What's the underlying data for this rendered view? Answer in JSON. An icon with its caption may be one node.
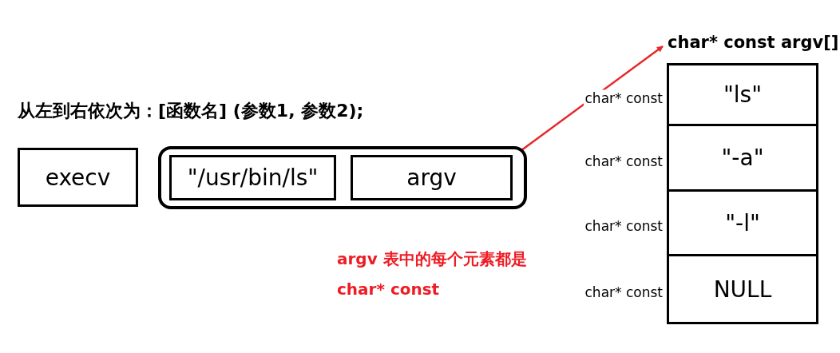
{
  "diagram": {
    "nodes": [
      {
        "text": [
          "execv"
        ]
      },
      {
        "text": [],
        "shape": "box"
      },
      {
        "text": [
          "\"/usr/bin/ls\""
        ],
        "in": 1
      },
      {
        "text": [
          "argv"
        ],
        "in": 1
      },
      {
        "text": [
          "char* const argv[]"
        ]
      },
      {
        "text": [
          "\"ls\""
        ],
        "beside": [
          "char* const"
        ]
      },
      {
        "text": [
          "\"-a\""
        ],
        "beside": [
          "char* const"
        ]
      },
      {
        "text": [
          "\"-l\""
        ],
        "beside": [
          "char* const"
        ]
      },
      {
        "text": [
          "NULL"
        ],
        "beside": [
          "char* const"
        ]
      }
    ],
    "edges": [
      {
        "from": 3,
        "to": 4,
        "arrow": "to",
        "color": "#e8262b"
      }
    ],
    "labels": [
      "从左到右依次为：[函数名] (参数1, 参数2);",
      "argv 表中的每个元素都是 char* const"
    ]
  }
}
